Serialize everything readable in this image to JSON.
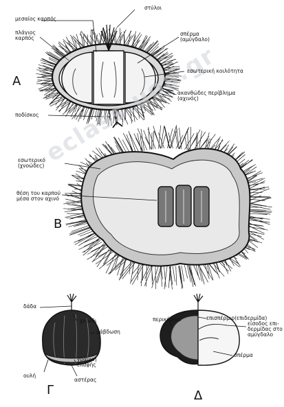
{
  "watermark": "eclass.uoa.gr",
  "figure_A": {
    "letter": "Α",
    "labels": {
      "central_fruit": "μεσαίος καρπός",
      "lateral_fruit": "πλάγιος\nκαρπός",
      "styles": "στύλοι",
      "seed": "σπέρμα\n(αμύγδαλο)",
      "inner_cavity": "εσωτερική κοιλότητα",
      "spiny_husk": "ακανθώδες περίβλημα\n(αχινός)",
      "peduncle": "ποδίσκος"
    }
  },
  "figure_B": {
    "letter": "Β",
    "labels": {
      "interior": "εσωτερικό\n(χνοώδες)",
      "fruit_position": "θέση του καρπού\nμέσα στον αχινό"
    }
  },
  "figure_G": {
    "letter": "Γ",
    "labels": {
      "torch": "δάδα",
      "fuzz": "χνούδι",
      "ribbing": "ράβδωση",
      "contact_line": "γραμμή\nεπαφής",
      "hilum": "ουλή",
      "star": "αστέρας"
    }
  },
  "figure_D": {
    "letter": "Δ",
    "labels": {
      "pericarp": "περικάρπιο",
      "episperm": "επισπέρμιο(επιδερμίδα)",
      "episperm_entry": "είσοδος επι-\nδερμίδας στο\nαμύγδαλο",
      "seed": "σπέρμα"
    }
  }
}
